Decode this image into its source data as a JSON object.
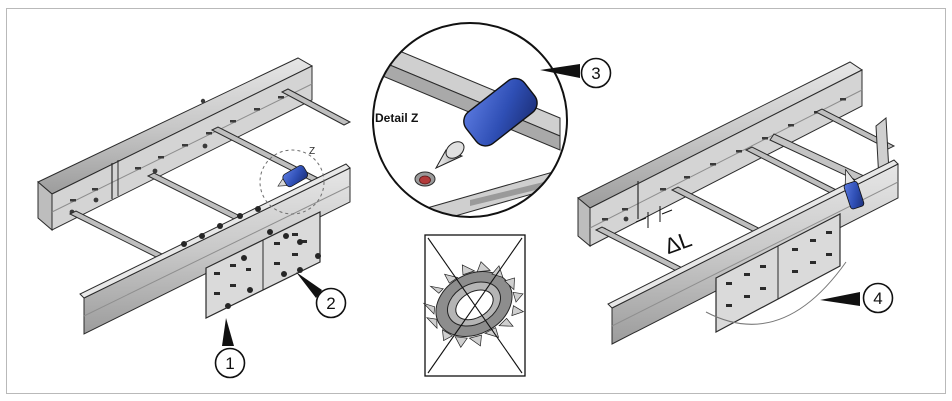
{
  "figure": {
    "callouts": [
      {
        "id": "callout-1",
        "label": "1"
      },
      {
        "id": "callout-2",
        "label": "2"
      },
      {
        "id": "callout-3",
        "label": "3"
      },
      {
        "id": "callout-4",
        "label": "4"
      }
    ],
    "detail_label": "Detail Z",
    "z_marker": "Z",
    "gap_label": "ΔL",
    "prohibited_item": "toothed lock washer",
    "colors": {
      "steel": "#c9c9c9",
      "steel_dark": "#8e8e8e",
      "outline": "#2b2b2b",
      "glue_bottle": "#2f4fb5",
      "frame": "#b9b9b9"
    }
  }
}
